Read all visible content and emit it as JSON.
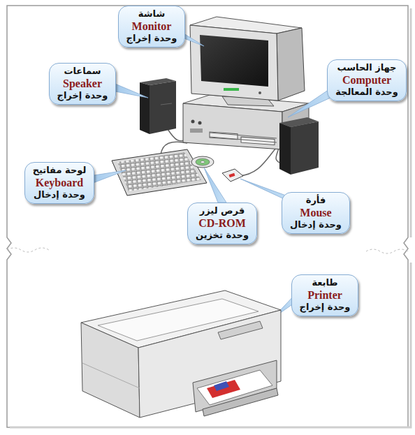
{
  "diagram": {
    "nodes": [
      {
        "text": [
          "شاشة",
          "Monitor",
          "وحدة إخراج"
        ]
      },
      {
        "text": [
          "سماعات",
          "Speaker",
          "وحدة إخراج"
        ]
      },
      {
        "text": [
          "جهاز الحاسب",
          "Computer",
          "وحدة المعالجة"
        ]
      },
      {
        "text": [
          "لوحة مفاتيح",
          "Keyboard",
          "وحدة إدخال"
        ]
      },
      {
        "text": [
          "قرص ليزر",
          "CD-ROM",
          "وحدة تخزين"
        ]
      },
      {
        "text": [
          "فأرة",
          "Mouse",
          "وحدة إدخال"
        ]
      },
      {
        "text": [
          "طابعة",
          "Printer",
          "وحدة إخراج"
        ]
      }
    ]
  }
}
